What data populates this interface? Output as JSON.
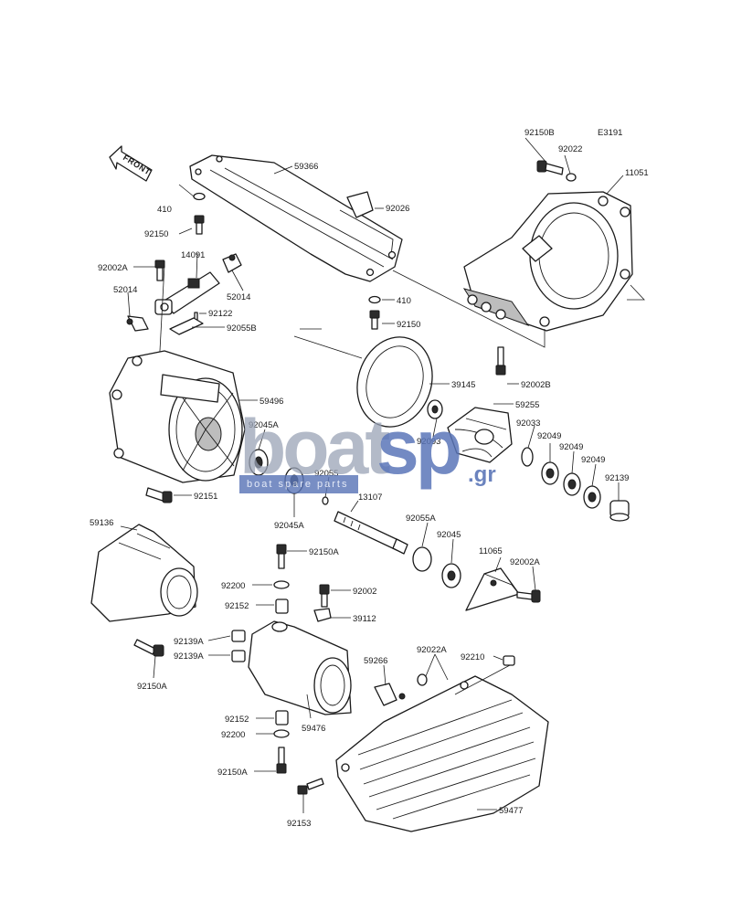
{
  "diagram": {
    "code": "E3191",
    "front_label": "FRONT"
  },
  "parts": {
    "p59366": "59366",
    "p92026": "92026",
    "p410_top": "410",
    "p92150_top": "92150",
    "p92150B": "92150B",
    "p92022": "92022",
    "p11051": "11051",
    "p14091": "14091",
    "p92002A_left": "92002A",
    "p52014_left": "52014",
    "p52014_right": "52014",
    "p92122": "92122",
    "p92055B": "92055B",
    "p410_mid": "410",
    "p92150_mid": "92150",
    "p92002B": "92002B",
    "p39145": "39145",
    "p59496": "59496",
    "p92045A_top": "92045A",
    "p59255": "59255",
    "p92033": "92033",
    "p92093": "92093",
    "p92049_a": "92049",
    "p92049_b": "92049",
    "p92049_c": "92049",
    "p92151": "92151",
    "p92055": "92055",
    "p92139": "92139",
    "p13107": "13107",
    "p92045A_bot": "92045A",
    "p92055A": "92055A",
    "p59136": "59136",
    "p92150A_a": "92150A",
    "p92045": "92045",
    "p11065": "11065",
    "p92002A_right": "92002A",
    "p92200_a": "92200",
    "p92002": "92002",
    "p92152_a": "92152",
    "p39112": "39112",
    "p92139A_a": "92139A",
    "p92139A_b": "92139A",
    "p92150A_b": "92150A",
    "p59266": "59266",
    "p92022A": "92022A",
    "p92210": "92210",
    "p92152_b": "92152",
    "p92200_b": "92200",
    "p59476": "59476",
    "p92150A_c": "92150A",
    "p92153": "92153",
    "p59477": "59477"
  },
  "watermark": {
    "brand_left": "boat",
    "brand_right": "sp",
    "suffix": ".gr",
    "tagline": "boat spare parts",
    "color_left": "#9aa3b5",
    "color_right": "#5b76b8"
  }
}
